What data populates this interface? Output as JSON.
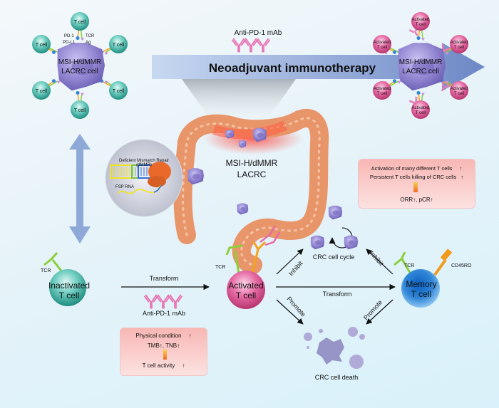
{
  "title": "Neoadjuvant immunotherapy",
  "top_left_cell": {
    "label_line1": "MSI-H/dMMR",
    "label_line2": "LACRC cell",
    "t_cell_label": "T cell",
    "receptor_labels": [
      "PD-1",
      "PD-L1",
      "TCR",
      "Ag"
    ]
  },
  "top_right_cell": {
    "label_line1": "MSI-H/dMMR",
    "label_line2": "LACRC cell",
    "t_cell_label_line1": "Activated",
    "t_cell_label_line2": "T cell"
  },
  "top_drug": "Anti-PD-1 mAb",
  "colon": {
    "label_line1": "MSI-H/dMMR",
    "label_line2": "LACRC"
  },
  "dmmr_inset": {
    "title_line1": "Deficient Mismatch Repair",
    "title_line2": "(dMMR)",
    "rna_label": "FSP RNA"
  },
  "outcome_box": {
    "line1": "Activation of many different T cells",
    "line2": "Persistent T cells killing of CRC cells",
    "result": "ORR↑,  pCR↑"
  },
  "inactivated": {
    "line1": "Inactivated",
    "line2": "T cell",
    "receptor": "TCR"
  },
  "transform1": "Transform",
  "bottom_drug": "Anti-PD-1 mAb",
  "condition_box": {
    "line1": "Physical condition",
    "line2": "TMB↑,  TNB↑",
    "line3": "T cell activity"
  },
  "activated": {
    "line1": "Activated",
    "line2": "T cell",
    "receptor": "TCR"
  },
  "memory": {
    "line1": "Memory",
    "line2": "T cell",
    "receptor": "TCR",
    "marker": "CD45RO"
  },
  "transform2": "Transform",
  "cell_cycle": "CRC cell cycle",
  "cell_death": "CRC cell death",
  "inhibit_left": "Inhibit",
  "inhibit_right": "Inhibit",
  "promote_left": "Promote",
  "promote_right": "Promote",
  "colors": {
    "background": "#dff2f9",
    "big_arrow": "#7d98cf",
    "tumor_cell": "#9b8fd6",
    "t_cell_teal": "#3fb5a8",
    "activated_pink": "#e66aa4",
    "memory_blue": "#2f86d8",
    "antibody_pink": "#e879b6",
    "colon": "#e8956a",
    "box_red": "#f8b7b4"
  }
}
